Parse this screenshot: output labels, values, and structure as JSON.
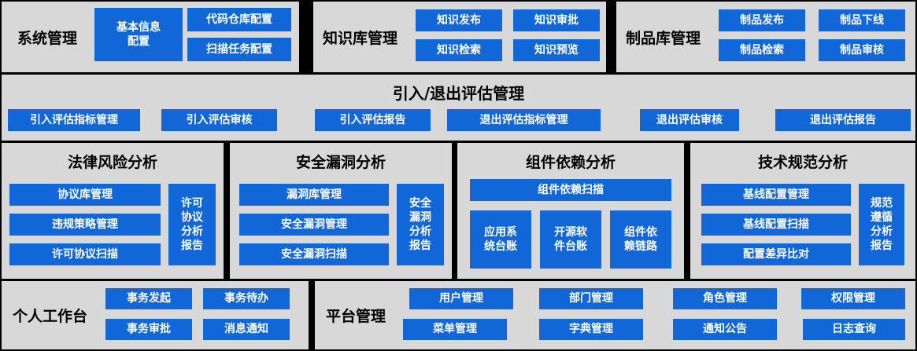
{
  "colors": {
    "background": "#000000",
    "panel": "#d8d8d8",
    "accent": "#1267d8",
    "button_text": "#ffffff",
    "title_text": "#000000"
  },
  "row1": {
    "system": {
      "title": "系统管理",
      "primary": "基本信息配置",
      "items": [
        "代码仓库配置",
        "扫描任务配置"
      ]
    },
    "knowledge": {
      "title": "知识库管理",
      "items": [
        "知识发布",
        "知识审批",
        "知识检索",
        "知识预览"
      ]
    },
    "artifact": {
      "title": "制品库管理",
      "items": [
        "制品发布",
        "制品下线",
        "制品检索",
        "制品审核"
      ]
    }
  },
  "row2": {
    "title": "引入/退出评估管理",
    "items": [
      "引入评估指标管理",
      "引入评估审核",
      "引入评估报告",
      "退出评估指标管理",
      "退出评估审核",
      "退出评估报告"
    ]
  },
  "row3": {
    "legal": {
      "title": "法律风险分析",
      "items": [
        "协议库管理",
        "违规策略管理",
        "许可协议扫描"
      ],
      "report": "许可协议分析报告"
    },
    "vuln": {
      "title": "安全漏洞分析",
      "items": [
        "漏洞库管理",
        "安全漏洞管理",
        "安全漏洞扫描"
      ],
      "report": "安全漏洞分析报告"
    },
    "dependency": {
      "title": "组件依赖分析",
      "scan": "组件依赖扫描",
      "items": [
        "应用系统台账",
        "开源软件台账",
        "组件依赖链路"
      ]
    },
    "spec": {
      "title": "技术规范分析",
      "items": [
        "基线配置管理",
        "基线配置扫描",
        "配置差异比对"
      ],
      "report": "规范遵循分析报告"
    }
  },
  "row4": {
    "workbench": {
      "title": "个人工作台",
      "items": [
        "事务发起",
        "事务待办",
        "事务审批",
        "消息通知"
      ]
    },
    "platform": {
      "title": "平台管理",
      "items": [
        "用户管理",
        "部门管理",
        "角色管理",
        "权限管理",
        "菜单管理",
        "字典管理",
        "通知公告",
        "日志查询"
      ]
    }
  }
}
